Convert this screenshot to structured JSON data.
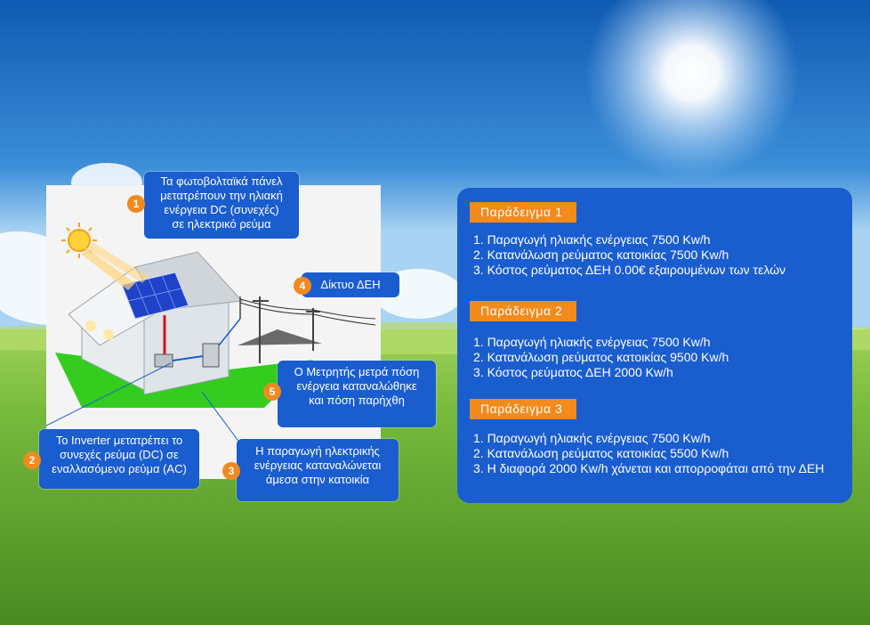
{
  "callouts": [
    {
      "number": "1",
      "lines": [
        "Τα φωτοβολταϊκά πάνελ",
        "μετατρέπουν την ηλιακή",
        "ενέργεια DC (συνεχές)",
        "σε ηλεκτρικό ρεύμα"
      ]
    },
    {
      "number": "2",
      "lines": [
        "To Inverter μετατρέπει το",
        "συνεχές ρεύμα (DC) σε",
        "εναλλασόμενο ρεύμα (AC)"
      ]
    },
    {
      "number": "3",
      "lines": [
        "Η παραγωγή ηλεκτρικής",
        "ενέργειας καταναλώνεται",
        "άμεσα στην κατοικία"
      ]
    },
    {
      "number": "4",
      "lines": [
        "Δίκτυο ΔΕΗ"
      ]
    },
    {
      "number": "5",
      "lines": [
        "Ο Μετρητής μετρά πόση",
        "ενέργεια καταναλώθηκε",
        "και πόση παρήχθη"
      ]
    }
  ],
  "examples": [
    {
      "title": "Παράδειγμα  1",
      "items": [
        "1. Παραγωγή ηλιακής ενέργειας 7500 Kw/h",
        "2. Κατανάλωση ρεύματος κατοικίας 7500 Kw/h",
        "3. Κόστος ρεύματος ΔΕΗ 0.00€ εξαιρουμένων των τελών"
      ]
    },
    {
      "title": "Παράδειγμα  2",
      "items": [
        "1. Παραγωγή ηλιακής ενέργειας 7500 Kw/h",
        "2. Κατανάλωση ρεύματος κατοικίας 9500 Kw/h",
        "3. Κόστος ρεύματος ΔΕΗ 2000 Kw/h"
      ]
    },
    {
      "title": "Παράδειγμα  3",
      "items": [
        "1. Παραγωγή ηλιακής ενέργειας 7500 Kw/h",
        "2. Κατανάλωση ρεύματος κατοικίας 5500 Kw/h",
        "3. Η διαφορά 2000 Kw/h χάνεται και απορροφάται από την ΔΕΗ"
      ]
    }
  ],
  "colors": {
    "panel_blue": "#1a5dcf",
    "accent_orange": "#f28a1c",
    "sky_top": "#1565b8",
    "grass": "#6fae3a"
  }
}
